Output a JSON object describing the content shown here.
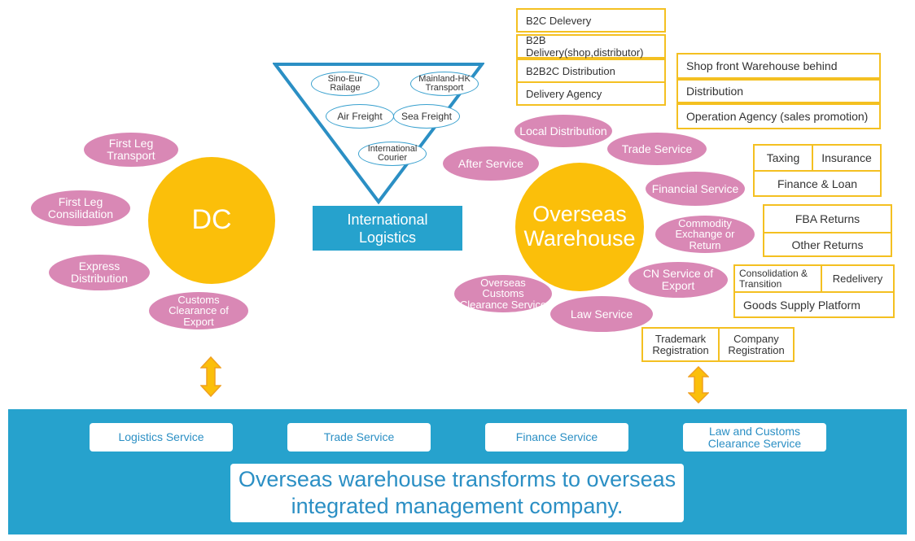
{
  "dc": {
    "label": "DC"
  },
  "dc_services": {
    "first_leg_transport": "First Leg Transport",
    "first_leg_consolidation": "First Leg Consilidation",
    "express_distribution": "Express Distribution",
    "customs_clearance_export": "Customs Clearance of Export"
  },
  "international": {
    "label": "International Logistics",
    "modes": {
      "sino_eur": "Sino-Eur Railage",
      "mainland_hk": "Mainland-HK Transport",
      "air": "Air Freight",
      "sea": "Sea Freight",
      "courier": "International Courier"
    }
  },
  "warehouse": {
    "label": "Overseas Warehouse",
    "services": {
      "local_distribution": "Local Distribution",
      "trade_service": "Trade Service",
      "after_service": "After Service",
      "financial_service": "Financial Service",
      "commodity_exchange": "Commodity Exchange or Return",
      "cn_service_export": "CN Service of Export",
      "overseas_customs": "Overseas Customs Clearance Service",
      "law_service": "Law Service"
    }
  },
  "delivery_boxes": [
    "B2C Delevery",
    "B2B Delivery(shop,distributor)",
    "B2B2C Distribution",
    "Delivery Agency"
  ],
  "trade_boxes": [
    "Shop front Warehouse behind",
    "Distribution",
    "Operation Agency (sales promotion)"
  ],
  "finance_boxes": {
    "taxing": "Taxing",
    "insurance": "Insurance",
    "finance_loan": "Finance & Loan"
  },
  "return_boxes": [
    "FBA Returns",
    "Other Returns"
  ],
  "export_boxes": {
    "consolidation": "Consolidation & Transition",
    "redelivery": "Redelivery",
    "goods_supply": "Goods Supply Platform"
  },
  "law_boxes": {
    "trademark": "Trademark Registration",
    "company": "Company Registration"
  },
  "bottom": {
    "services": [
      "Logistics Service",
      "Trade Service",
      "Finance Service",
      "Law and Customs Clearance Service"
    ],
    "headline_line1": "Overseas warehouse transforms to overseas",
    "headline_line2": "integrated management company."
  },
  "colors": {
    "yellow": "#fbbf0a",
    "pink": "#d988b5",
    "blue": "#26a2cd",
    "box_border": "#f4c021"
  }
}
